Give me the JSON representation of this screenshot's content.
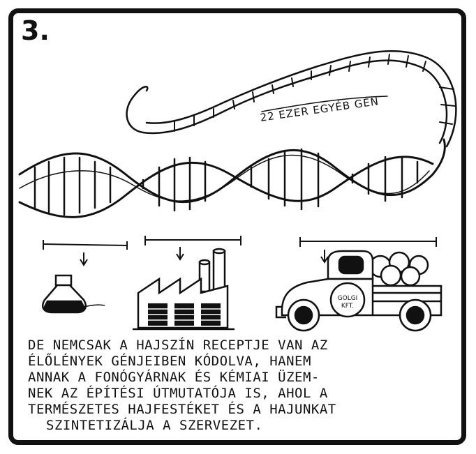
{
  "panel": {
    "number": "3.",
    "gene_label": "22 EZER EGYÉB GÉN",
    "truck_label": [
      "GOLGI",
      "KFT."
    ],
    "caption_lines": [
      "DE NEMCSAK A HAJSZÍN RECEPTJE VAN AZ",
      "ÉLŐLÉNYEK GÉNJEIBEN KÓDOLVA, HANEM",
      "ANNAK A FONÓGYÁRNAK ÉS KÉMIAI ÜZEM-",
      "NEK AZ ÉPÍTÉSI ÚTMUTATÓJA IS, AHOL A",
      "TERMÉSZETES HAJFESTÉKET ÉS A HAJUNKAT",
      "SZINTETIZÁLJA A SZERVEZET."
    ]
  },
  "icons": [
    "dna-double-helix-icon",
    "ink-bottle-icon",
    "factory-icon",
    "delivery-truck-icon"
  ]
}
